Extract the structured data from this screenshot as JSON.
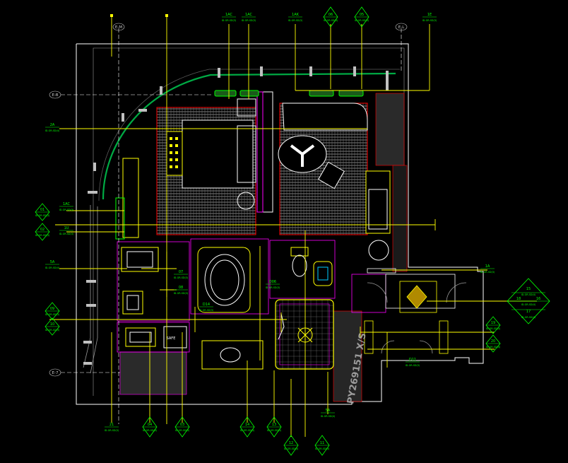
{
  "colors": {
    "background": "#000000",
    "wall": "#ffffff",
    "leader": "#ffff00",
    "tag": "#00ff00",
    "curtain": "#00aa44",
    "partition": "#ff00ff",
    "hatch_red": "#cc2222",
    "watermark": "#b0b0b0"
  },
  "axes": {
    "a1": "E-M",
    "a2": "E-B",
    "a3": "E-L",
    "a4": "E-7"
  },
  "top_tags": {
    "t1": {
      "code": "1AC",
      "sub": "ID-GR-SD(3)"
    },
    "t2": {
      "code": "1AC",
      "sub": "ID-GR-SD(3)"
    },
    "t3": {
      "code": "1AK",
      "sub": "ID-GR-SD(3)"
    },
    "t4": {
      "code": "06",
      "sub": "ID-GR-SD(3)"
    },
    "t5": {
      "code": "05",
      "sub": "ID-GR-SD(3)"
    },
    "t6": {
      "code": "1E",
      "sub": "ID-GR-SD(3)"
    }
  },
  "left_tags": {
    "l1": {
      "code": "2A",
      "sub": "ID-GR-SD(4)"
    },
    "l2": {
      "code": "1AC",
      "sub": "ID-GR-SD(3)"
    },
    "l3": {
      "code": "01",
      "sub": "ID-GR-SD(3)"
    },
    "l4": {
      "code": "02",
      "sub": "ID-GR-SD(3)"
    },
    "l5": {
      "code": "1U",
      "sub": "ID-GR-SD(3)"
    },
    "l6": {
      "code": "5A",
      "sub": "ID-GR-SD(4)"
    },
    "l7": {
      "code": "09",
      "sub": "ID-GR-SD(3)"
    },
    "l8": {
      "code": "10",
      "sub": "ID-GR-SD(3)"
    }
  },
  "inner_tags": {
    "i1": {
      "code": "07",
      "sub": "ID-GR-SD(3)"
    },
    "i2": {
      "code": "08",
      "sub": "ID-GR-SD(3)"
    },
    "i3": {
      "code": "D14",
      "sub": "ID-GR-SD(3)"
    },
    "i4": {
      "code": "D06",
      "sub": "ID-GR-SD(3)"
    },
    "i5": {
      "code": "D11",
      "sub": "ID-GR-SD(3)"
    }
  },
  "right_tags": {
    "r1": {
      "code": "1A",
      "sub": "ID-GR-SD(3)"
    },
    "r2": {
      "code": "15",
      "sub": "ID-GR-SD(4)"
    },
    "r3": {
      "code": "18",
      "sub": "ID-GR-SD(4)"
    },
    "r4": {
      "code": "16",
      "sub": "ID-GR-SD(4)"
    },
    "r5": {
      "code": "17",
      "sub": "ID-GR-SD(4)"
    },
    "r6": {
      "code": "19",
      "sub": "ID-GR-SD(4)"
    },
    "r7": {
      "code": "20",
      "sub": "ID-GR-SD(4)"
    }
  },
  "bottom_tags": {
    "b1": {
      "code": "21",
      "sub": "ID-GR-SD(3)"
    },
    "b2": {
      "code": "04",
      "sub": "ID-GR-SD(3)"
    },
    "b3": {
      "code": "03",
      "sub": "ID-GR-SD(3)"
    },
    "b4": {
      "code": "14",
      "sub": "ID-GR-SD(3)"
    },
    "b5": {
      "code": "13",
      "sub": "ID-GR-SD(3)"
    },
    "b6": {
      "code": "5A",
      "sub": "ID-GR-SD(4)"
    },
    "b7": {
      "code": "12",
      "sub": "ID-GR-SD(3)"
    },
    "b8": {
      "code": "11",
      "sub": "ID-GR-SD(3)"
    }
  },
  "room_labels": {
    "safe": "SAFE"
  },
  "watermark": "PY269151 X/S"
}
